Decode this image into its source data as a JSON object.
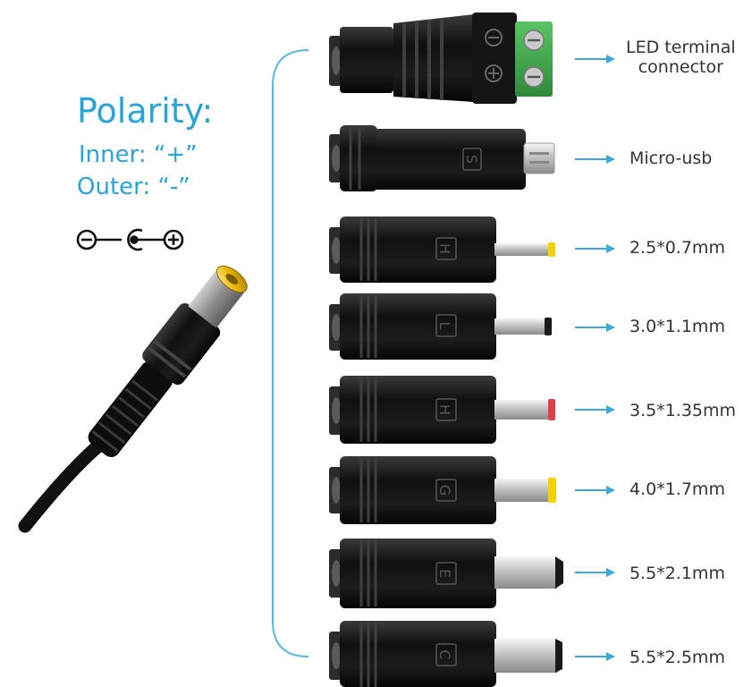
{
  "polarity": {
    "title": "Polarity:",
    "inner": "Inner: “+”",
    "outer": "Outer: “-”"
  },
  "colors": {
    "accent": "#2aa4d6",
    "plug_body": "#141414",
    "terminal_green": "#3aa14a",
    "tip_gold": "#e8b400",
    "tip_red": "#d83a3a"
  },
  "adapters": [
    {
      "label_line1": "LED terminal",
      "label_line2": "connector",
      "icon": "led-terminal-connector",
      "letter": ""
    },
    {
      "label_line1": "Micro-usb",
      "label_line2": "",
      "icon": "micro-usb-adapter",
      "letter": "S"
    },
    {
      "label_line1": "2.5*0.7mm",
      "label_line2": "",
      "icon": "dc-plug-adapter",
      "letter": "H"
    },
    {
      "label_line1": "3.0*1.1mm",
      "label_line2": "",
      "icon": "dc-plug-adapter",
      "letter": "L"
    },
    {
      "label_line1": "3.5*1.35mm",
      "label_line2": "",
      "icon": "dc-plug-adapter",
      "letter": "H"
    },
    {
      "label_line1": "4.0*1.7mm",
      "label_line2": "",
      "icon": "dc-plug-adapter",
      "letter": "G"
    },
    {
      "label_line1": "5.5*2.1mm",
      "label_line2": "",
      "icon": "dc-plug-adapter",
      "letter": "E"
    },
    {
      "label_line1": "5.5*2.5mm",
      "label_line2": "",
      "icon": "dc-plug-adapter",
      "letter": "C"
    }
  ]
}
